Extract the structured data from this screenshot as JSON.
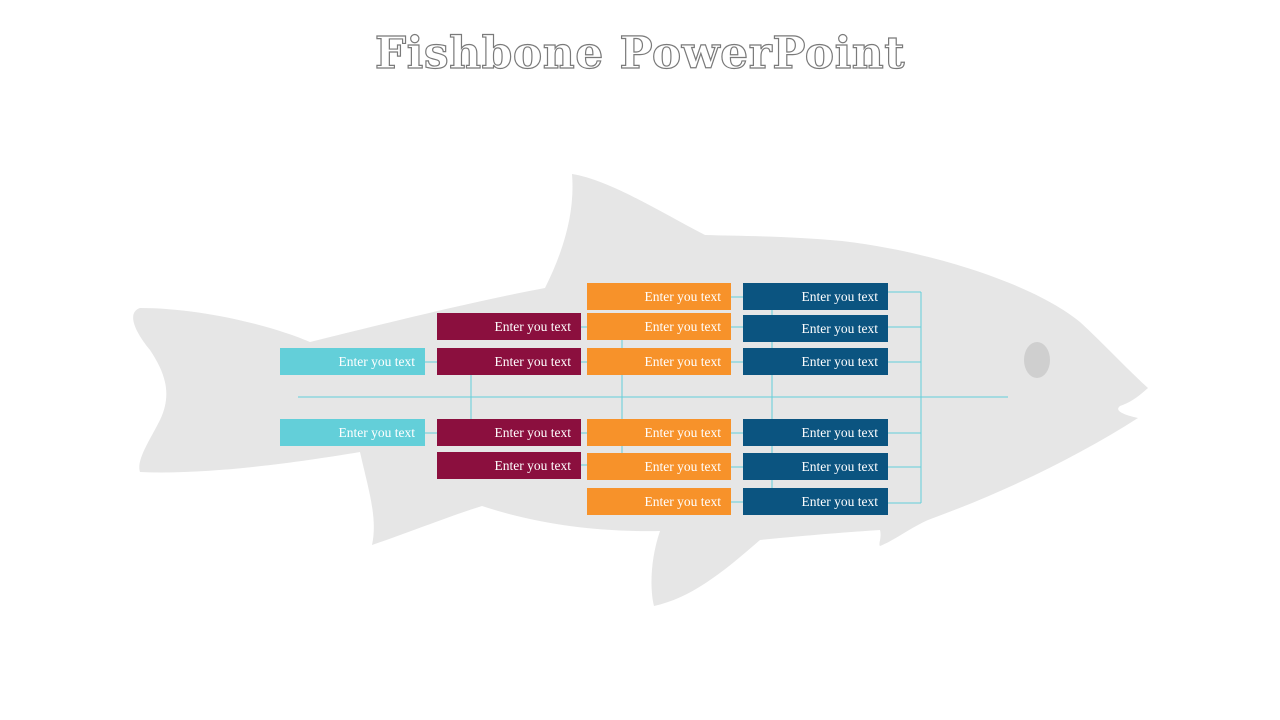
{
  "slide": {
    "title": "Fishbone PowerPoint"
  },
  "colors": {
    "cyan": "#63cfd9",
    "maroon": "#8b0f3e",
    "orange": "#f7922a",
    "navy": "#0b5480",
    "fish_body": "#e6e6e6",
    "fish_eye": "#cfcfcf",
    "connector": "#63cfd9"
  },
  "boxes": {
    "cyan_top": "Enter you text",
    "cyan_bottom": "Enter you text",
    "maroon_upper_1": "Enter you text",
    "maroon_upper_2": "Enter you text",
    "maroon_lower_1": "Enter you text",
    "maroon_lower_2": "Enter you text",
    "orange_upper_1": "Enter you text",
    "orange_upper_2": "Enter you text",
    "orange_upper_3": "Enter you text",
    "orange_lower_1": "Enter you text",
    "orange_lower_2": "Enter you text",
    "orange_lower_3": "Enter you text",
    "navy_upper_1": "Enter you text",
    "navy_upper_2": "Enter you text",
    "navy_upper_3": "Enter you text",
    "navy_lower_1": "Enter you text",
    "navy_lower_2": "Enter you text",
    "navy_lower_3": "Enter you text"
  }
}
